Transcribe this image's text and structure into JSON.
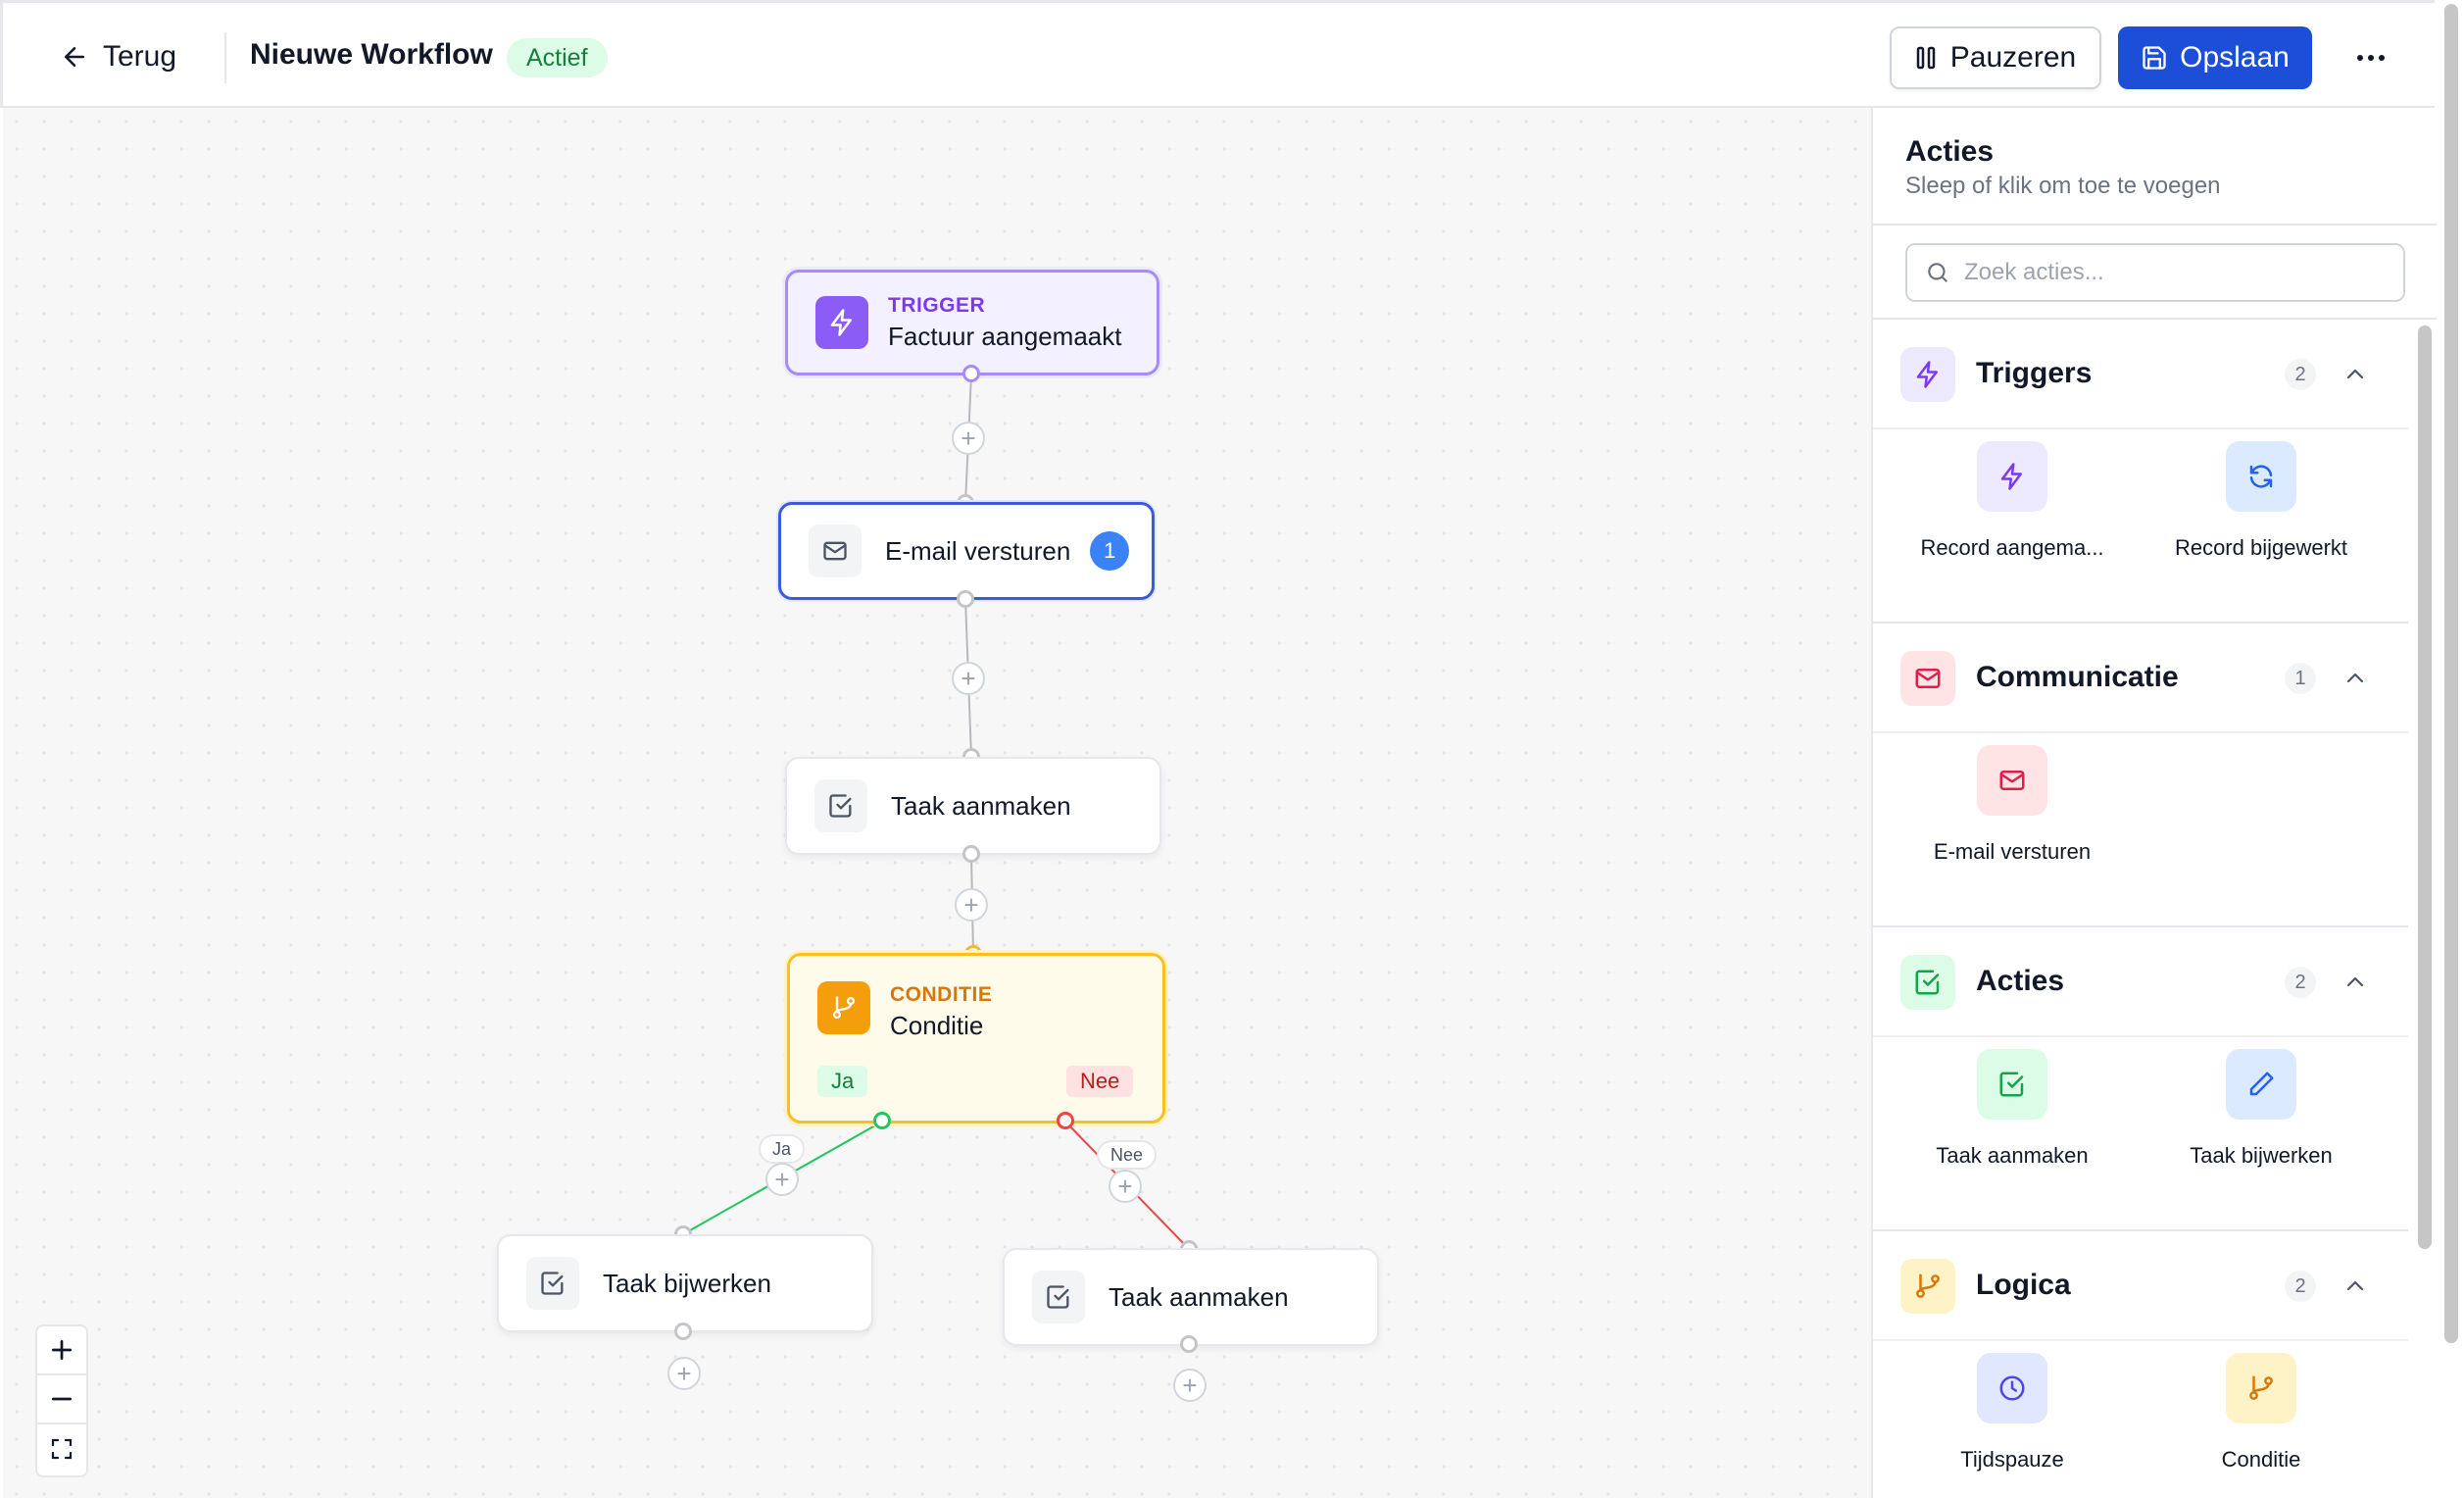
{
  "header": {
    "back_label": "Terug",
    "workflow_title": "Nieuwe Workflow",
    "status": "Actief",
    "pause_label": "Pauzeren",
    "save_label": "Opslaan"
  },
  "canvas": {
    "trigger_node": {
      "kind": "TRIGGER",
      "label": "Factuur aangemaakt"
    },
    "email_node": {
      "label": "E-mail versturen",
      "badge": "1"
    },
    "task_node": {
      "label": "Taak aanmaken"
    },
    "condition_node": {
      "kind": "CONDITIE",
      "label": "Conditie",
      "yes": "Ja",
      "no": "Nee"
    },
    "edge_yes_label": "Ja",
    "edge_no_label": "Nee",
    "branch_yes_node": {
      "label": "Taak bijwerken"
    },
    "branch_no_node": {
      "label": "Taak aanmaken"
    },
    "add_symbol": "+",
    "zoom": {
      "in": "+",
      "out": "−"
    }
  },
  "panel": {
    "title": "Acties",
    "subtitle": "Sleep of klik om toe te voegen",
    "search_placeholder": "Zoek acties...",
    "sections": [
      {
        "name": "Triggers",
        "count": "2",
        "icon": "bolt-icon",
        "items": [
          {
            "label": "Record aangema...",
            "icon": "bolt-icon"
          },
          {
            "label": "Record bijgewerkt",
            "icon": "refresh-icon"
          }
        ]
      },
      {
        "name": "Communicatie",
        "count": "1",
        "icon": "mail-icon",
        "items": [
          {
            "label": "E-mail versturen",
            "icon": "mail-icon"
          }
        ]
      },
      {
        "name": "Acties",
        "count": "2",
        "icon": "check-square-icon",
        "items": [
          {
            "label": "Taak aanmaken",
            "icon": "check-square-icon"
          },
          {
            "label": "Taak bijwerken",
            "icon": "pencil-icon"
          }
        ]
      },
      {
        "name": "Logica",
        "count": "2",
        "icon": "branch-icon",
        "items": [
          {
            "label": "Tijdspauze",
            "icon": "clock-icon"
          },
          {
            "label": "Conditie",
            "icon": "branch-icon"
          }
        ]
      }
    ]
  },
  "colors": {
    "primary": "#1d4ed8",
    "trigger": "#8b5cf6",
    "condition": "#f59e0b",
    "yes_branch": "#22c55e",
    "no_branch": "#ef4444",
    "communication": "#e11d48",
    "actions": "#16a34a"
  }
}
